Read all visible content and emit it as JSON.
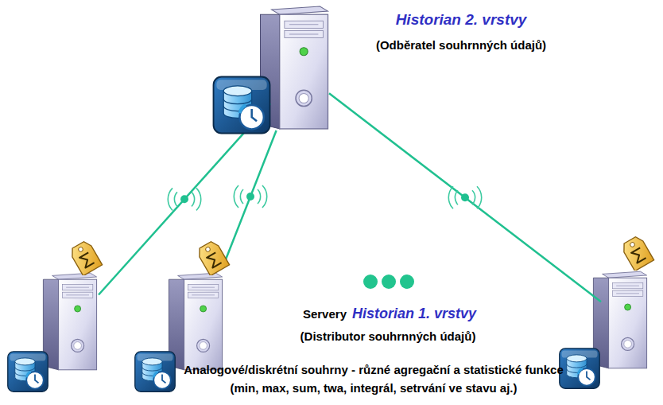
{
  "diagram": {
    "nodes": [
      {
        "text": [
          "Historian 2. vrstvy",
          "(Odběratel souhrnných údajů)"
        ]
      },
      {
        "text": []
      },
      {
        "text": []
      },
      {
        "text": []
      }
    ],
    "edges": [
      {
        "from": 0,
        "to": 1,
        "arrow": "none"
      },
      {
        "from": 0,
        "to": 2,
        "arrow": "none"
      },
      {
        "from": 0,
        "to": 3,
        "arrow": "none"
      }
    ],
    "labels": [
      "Servery",
      "Historian 1. vrstvy",
      "(Distributor souhrnných údajů)",
      "Analogové/diskrétní souhrny - různé agregační a statistické funkce",
      "(min, max, sum, twa, integrál, setrvání ve stavu aj.)"
    ]
  }
}
